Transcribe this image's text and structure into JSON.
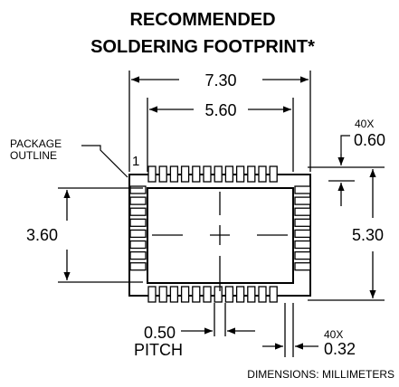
{
  "title": {
    "line1": "RECOMMENDED",
    "line2": "SOLDERING FOOTPRINT*"
  },
  "dimensions": {
    "overall_width": "7.30",
    "pad_span_width": "5.60",
    "pad_count_top": "40X",
    "pad_length": "0.60",
    "inner_height": "3.60",
    "overall_height": "5.30",
    "pitch": "0.50",
    "pitch_label": "PITCH",
    "pad_count_bottom": "40X",
    "pad_width": "0.32"
  },
  "labels": {
    "package_outline_line1": "PACKAGE",
    "package_outline_line2": "OUTLINE",
    "pin1": "1",
    "units_note": "DIMENSIONS: MILLIMETERS"
  }
}
